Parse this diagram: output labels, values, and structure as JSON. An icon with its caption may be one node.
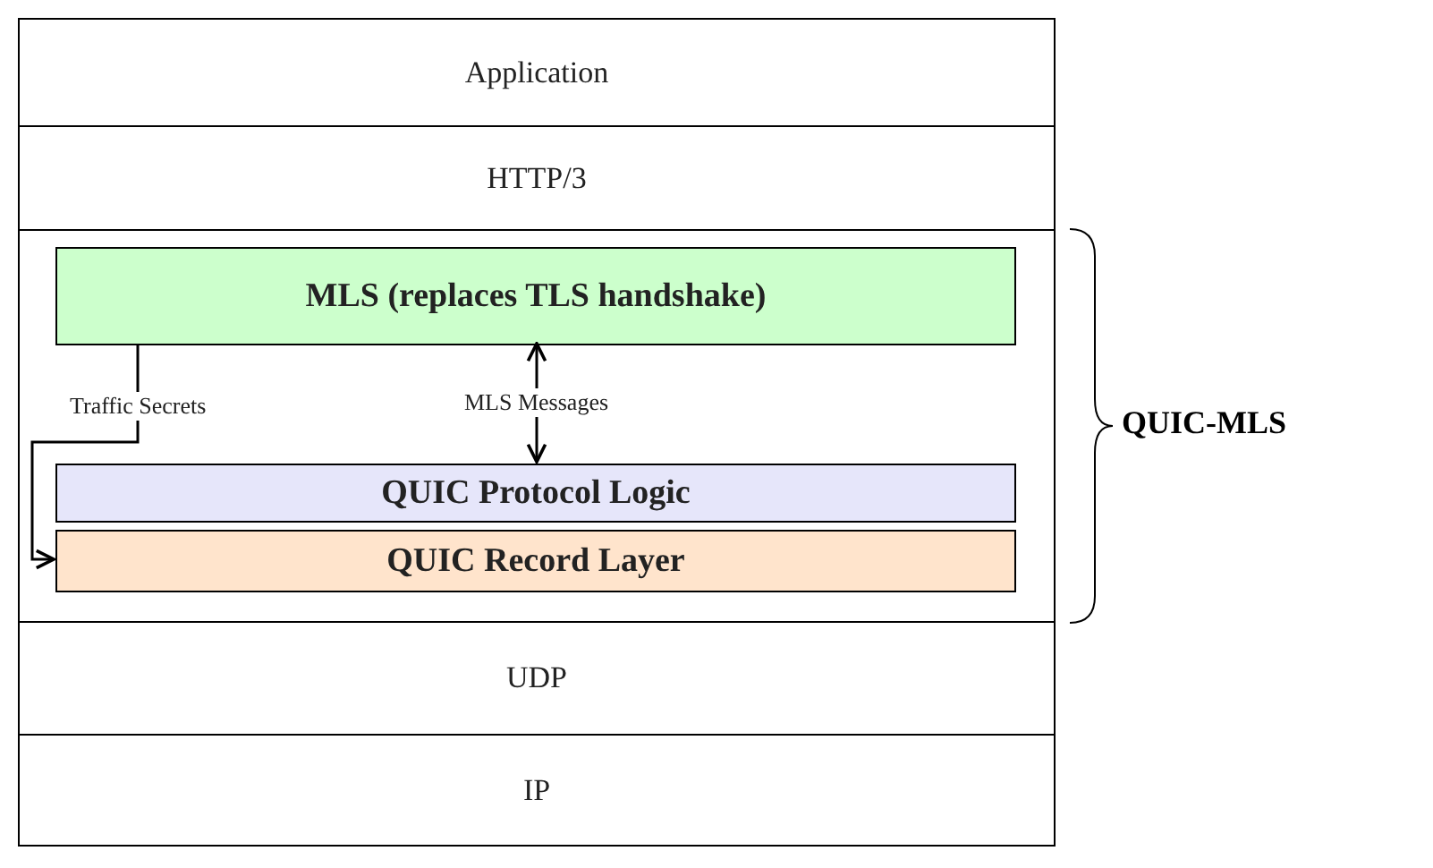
{
  "diagram": {
    "nodes": [
      {
        "text": [
          "Application"
        ]
      },
      {
        "text": [
          "HTTP/3"
        ]
      },
      {
        "text": [],
        "shape": "box",
        "beside": [
          "QUIC-MLS"
        ]
      },
      {
        "text": [
          "MLS (replaces TLS handshake)"
        ],
        "in": 2
      },
      {
        "text": [
          "QUIC Protocol Logic"
        ],
        "in": 2
      },
      {
        "text": [
          "QUIC Record Layer"
        ],
        "in": 2
      },
      {
        "text": [
          "UDP"
        ]
      },
      {
        "text": [
          "IP"
        ]
      }
    ],
    "edges": [
      {
        "from": 3,
        "to": 5,
        "arrow": "to",
        "label": "Traffic Secrets"
      },
      {
        "from": 3,
        "to": 4,
        "arrow": "both",
        "label": "MLS Messages"
      }
    ]
  }
}
